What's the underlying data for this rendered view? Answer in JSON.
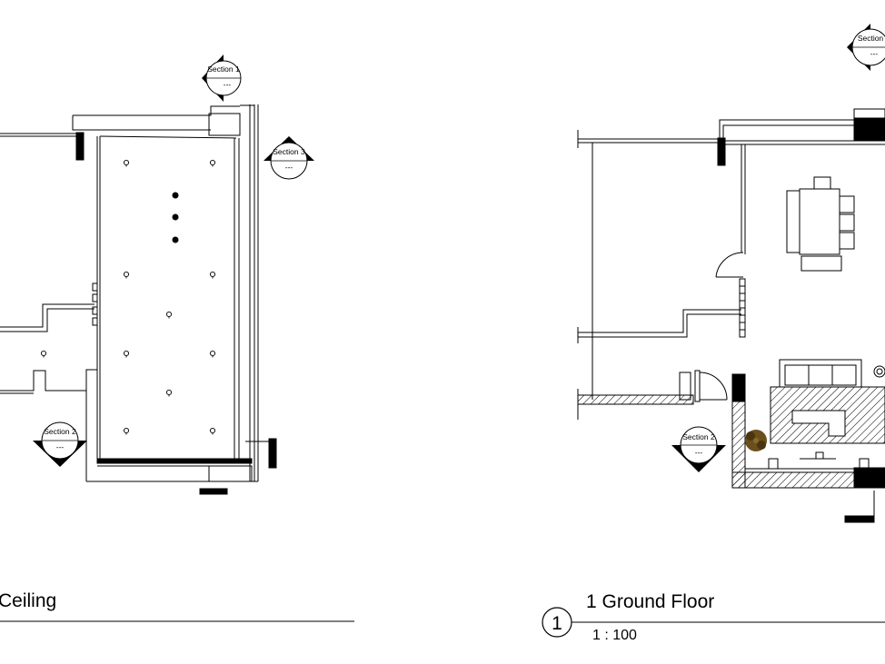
{
  "views": {
    "ceiling": {
      "title": "Ceiling"
    },
    "ground_floor": {
      "number": "1",
      "title": "1 Ground Floor",
      "scale": "1 : 100"
    }
  },
  "section_tags": {
    "s1_left": {
      "label": "Section 1",
      "ref": "---"
    },
    "s3_left": {
      "label": "Section 3",
      "ref": "---"
    },
    "s2_left": {
      "label": "Section 2",
      "ref": "---"
    },
    "s1_right": {
      "label": "Section",
      "ref": "---"
    },
    "s2_right": {
      "label": "Section 2",
      "ref": "---"
    }
  },
  "icons": {
    "light_fixture": "ceiling-light-icon",
    "pendant_light": "pendant-light-icon",
    "plant": "potted-plant-icon"
  }
}
